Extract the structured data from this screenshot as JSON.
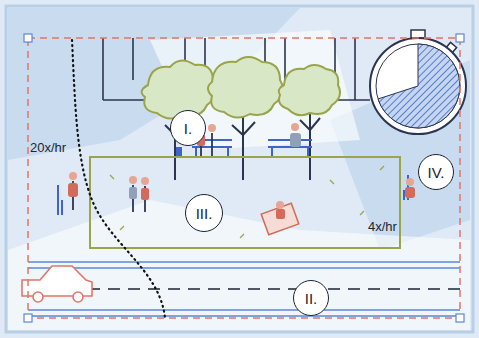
{
  "diagram": {
    "nodes": [
      {
        "text": [
          "I."
        ]
      },
      {
        "text": [
          "II."
        ]
      },
      {
        "text": [
          "III."
        ]
      },
      {
        "text": [
          "IV."
        ]
      }
    ],
    "labels": [
      "20x/hr",
      "4x/hr"
    ]
  }
}
